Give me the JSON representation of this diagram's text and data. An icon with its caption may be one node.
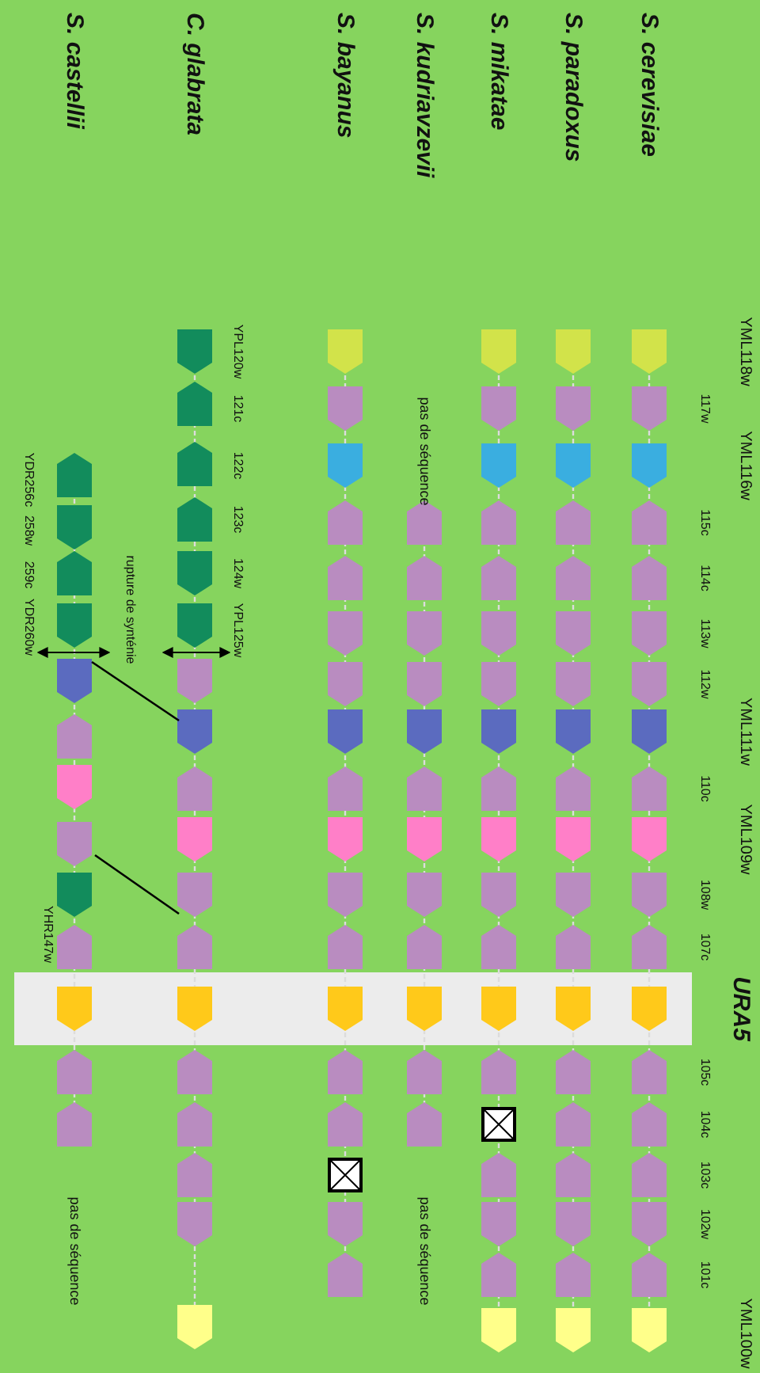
{
  "diagram": {
    "labels": [
      "YML118w",
      "YML116w",
      "YML111w",
      "YML109w",
      "URA5",
      "YML100w",
      "117w",
      "115c",
      "114c",
      "113w",
      "112w",
      "110c",
      "108w",
      "107c",
      "105c",
      "104c",
      "103c",
      "102w",
      "101c",
      "S. cerevisiae",
      "S. paradoxus",
      "S. mikatae",
      "S. kudriavzevii",
      "S. bayanus",
      "C. glabrata",
      "S. castellii",
      "pas de séquence",
      "pas de séquence",
      "YPL120w",
      "121c",
      "122c",
      "123c",
      "124w",
      "YPL125w",
      "rupture de synténie",
      "YDR256c",
      "258w",
      "259c",
      "YDR260w",
      "YHR147w",
      "pas de séquence"
    ]
  }
}
